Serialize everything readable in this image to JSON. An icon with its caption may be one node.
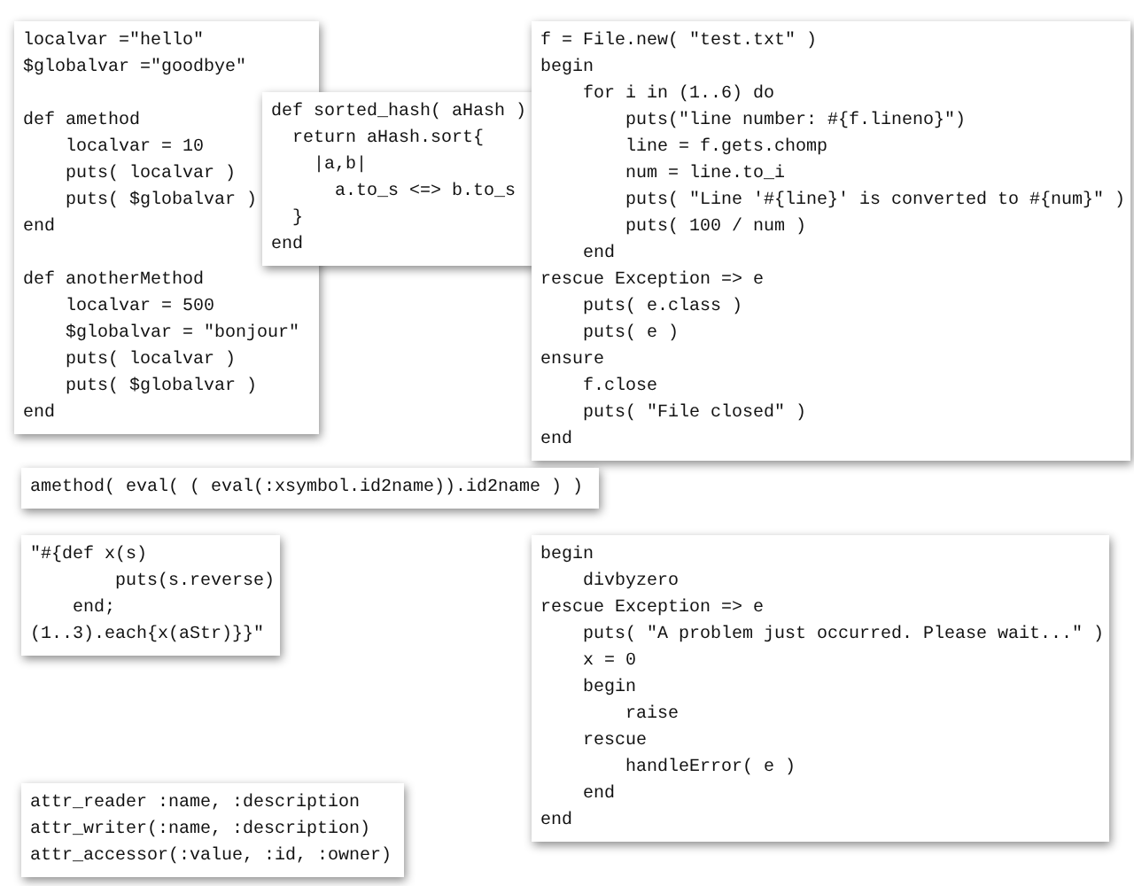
{
  "diagram": {
    "nodes": [
      {
        "text": [
          "localvar =\"hello\"",
          "$globalvar =\"goodbye\"",
          "def amethod",
          "localvar = 10",
          "puts( localvar )",
          "puts( $globalvar )",
          "end",
          "def anotherMethod",
          "localvar = 500",
          "$globalvar = \"bonjour\"",
          "puts( localvar )",
          "puts( $globalvar )",
          "end"
        ]
      },
      {
        "text": [
          "def sorted_hash( aHash )",
          "return aHash.sort{",
          "|a,b|",
          "a.to_s <=> b.to_s",
          "}",
          "end"
        ]
      },
      {
        "text": [
          "f = File.new( \"test.txt\" )",
          "begin",
          "for i in (1..6) do",
          "puts(\"line number: #{f.lineno}\")",
          "line = f.gets.chomp",
          "num = line.to_i",
          "puts( \"Line '#{line}' is converted to #{num}\" )",
          "puts( 100 / num )",
          "end",
          "rescue Exception => e",
          "puts( e.class )",
          "puts( e )",
          "ensure",
          "f.close",
          "puts( \"File closed\" )",
          "end"
        ]
      },
      {
        "text": [
          "amethod( eval( ( eval(:xsymbol.id2name)).id2name ) )"
        ]
      },
      {
        "text": [
          "\"#{def x(s)",
          "puts(s.reverse)",
          "end;",
          "(1..3).each{x(aStr)}}\""
        ]
      },
      {
        "text": [
          "begin",
          "divbyzero",
          "rescue Exception => e",
          "puts( \"A problem just occurred. Please wait...\" )",
          "x = 0",
          "begin",
          "raise",
          "rescue",
          "handleError( e )",
          "end",
          "end"
        ]
      },
      {
        "text": [
          "attr_reader :name, :description",
          "attr_writer(:name, :description)",
          "attr_accessor(:value, :id, :owner)"
        ]
      }
    ]
  }
}
